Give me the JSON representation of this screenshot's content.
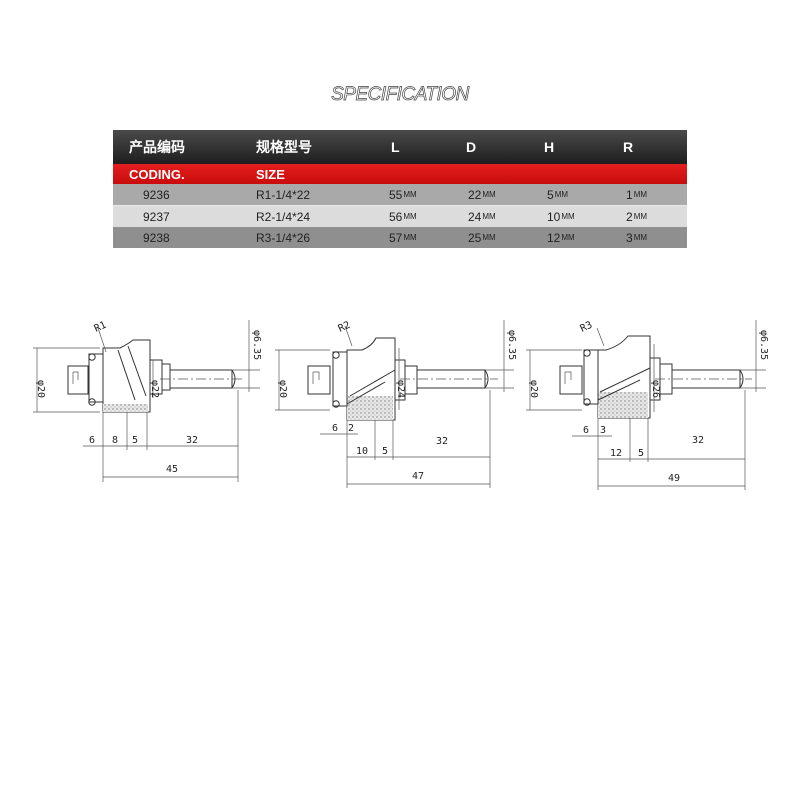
{
  "title": "SPECIFICATION",
  "table": {
    "header": [
      "产品编码",
      "规格型号",
      "L",
      "D",
      "H",
      "R"
    ],
    "subheader": [
      "CODING.",
      "SIZE"
    ],
    "unit": "MM",
    "rows": [
      {
        "code": "9236",
        "size": "R1-1/4*22",
        "L": "55",
        "D": "22",
        "H": "5",
        "R": "1"
      },
      {
        "code": "9237",
        "size": "R2-1/4*24",
        "L": "56",
        "D": "24",
        "H": "10",
        "R": "2"
      },
      {
        "code": "9238",
        "size": "R3-1/4*26",
        "L": "57",
        "D": "25",
        "H": "12",
        "R": "3"
      }
    ]
  },
  "drawings": [
    {
      "radius": "R1",
      "bearing_dia": "φ20",
      "cut_dia": "φ22",
      "shank_dia": "φ6.35",
      "dims": [
        "6",
        "8",
        "5",
        "32"
      ],
      "total": "45"
    },
    {
      "radius": "R2",
      "bearing_dia": "φ20",
      "cut_dia": "φ24",
      "shank_dia": "φ6.35",
      "dims": [
        "6",
        "2",
        "10",
        "5",
        "32"
      ],
      "total": "47"
    },
    {
      "radius": "R3",
      "bearing_dia": "φ20",
      "cut_dia": "φ26",
      "shank_dia": "φ6.35",
      "dims": [
        "6",
        "3",
        "12",
        "5",
        "32"
      ],
      "total": "49"
    }
  ]
}
